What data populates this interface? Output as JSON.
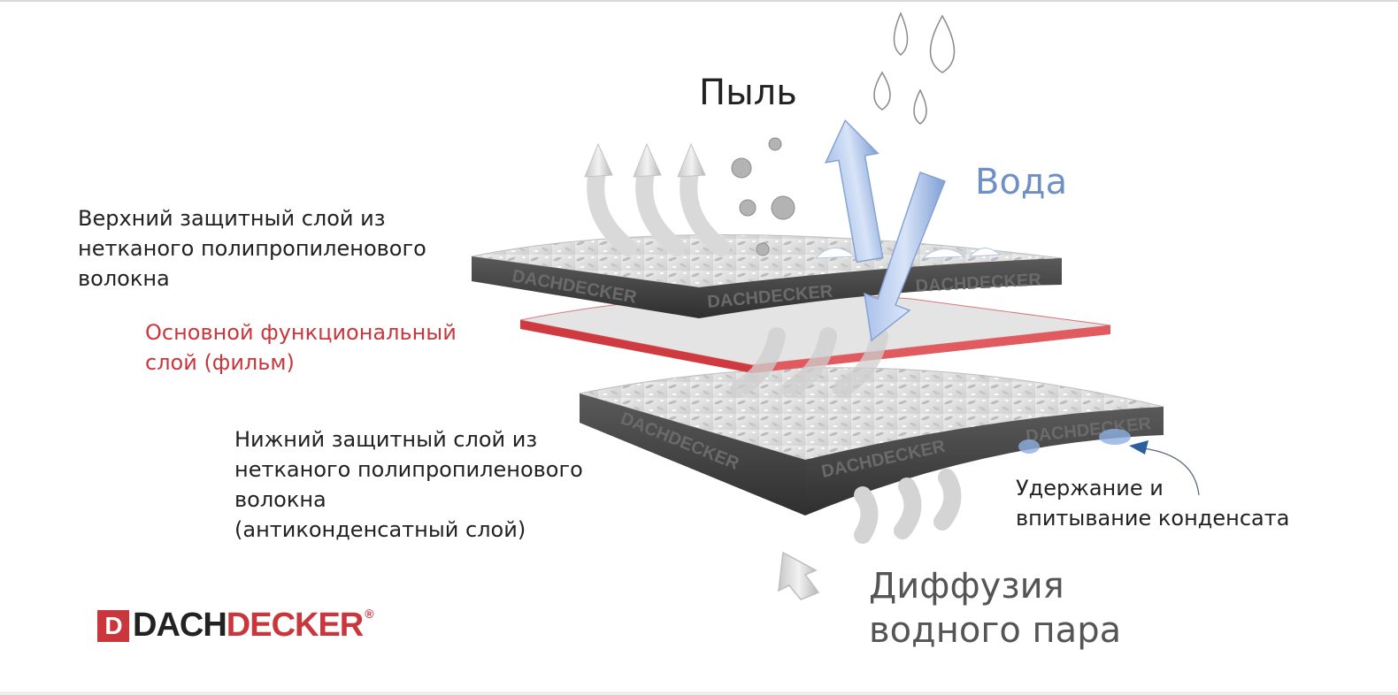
{
  "labels": {
    "dust": "Пыль",
    "water": "Вода",
    "top_layer": [
      "Верхний защитный слой из",
      "нетканого полипропиленового",
      "волокна"
    ],
    "film_layer": [
      "Основной функциональный",
      "слой (фильм)"
    ],
    "bottom_layer": [
      "Нижний защитный слой из",
      "нетканого полипропиленового",
      "волокна",
      "(антиконденсатный слой)"
    ],
    "condensate": [
      "Удержание и",
      "впитывание конденсата"
    ],
    "diffusion": [
      "Диффузия",
      "водного пара"
    ]
  },
  "layer_print": "DACHDECKER",
  "logo": {
    "mark": "D",
    "word_dark": "DACH",
    "word_red": "DECKER",
    "registered": "®"
  },
  "colors": {
    "brand_red": "#c9373d",
    "water_blue": "#6f8fc7",
    "layer_edge_dark": "#3f3f3f",
    "layer_surface": "#d6d6d6"
  }
}
